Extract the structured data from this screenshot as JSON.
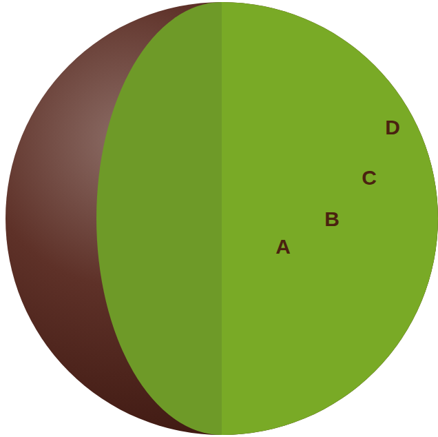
{
  "diagram": {
    "nodes": [
      {
        "text": [
          "D"
        ]
      },
      {
        "text": [
          "C"
        ],
        "in": 0
      },
      {
        "text": [
          "B"
        ],
        "in": 1
      },
      {
        "text": [
          "A"
        ],
        "in": 2
      }
    ]
  }
}
